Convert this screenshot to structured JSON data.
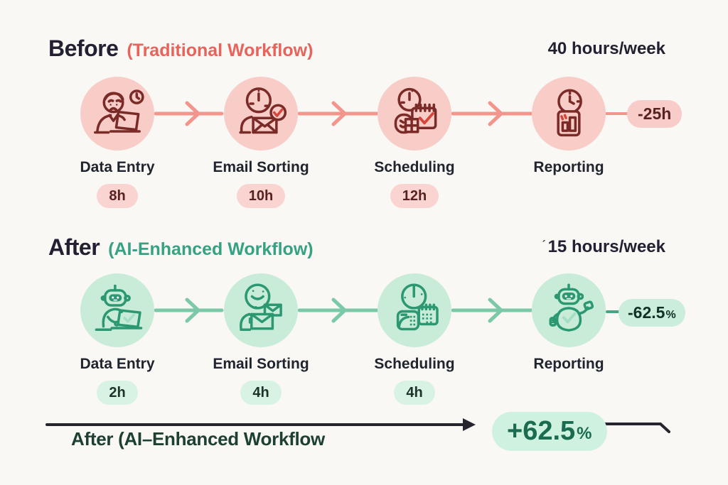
{
  "before": {
    "title": "Before",
    "subtitle": "(Traditional Workflow)",
    "total": "40 hours/week",
    "delta": "-25h",
    "steps": [
      {
        "label": "Data Entry",
        "hours": "8h",
        "icon": "stressed-worker-laptop-clock-icon"
      },
      {
        "label": "Email Sorting",
        "hours": "10h",
        "icon": "clock-envelope-check-icon"
      },
      {
        "label": "Scheduling",
        "hours": "12h",
        "icon": "clock-calendar-check-icon"
      },
      {
        "label": "Reporting",
        "hours": null,
        "icon": "clock-bar-chart-icon"
      }
    ]
  },
  "after": {
    "title": "After",
    "subtitle": "(AI-Enhanced Workflow)",
    "total_tick": "´",
    "total": "15 hours/week",
    "delta_value": "-62.5",
    "delta_unit": "%",
    "steps": [
      {
        "label": "Data Entry",
        "hours": "2h",
        "icon": "robot-laptop-check-icon"
      },
      {
        "label": "Email Sorting",
        "hours": "4h",
        "icon": "smiley-clock-envelopes-icon"
      },
      {
        "label": "Scheduling",
        "hours": "4h",
        "icon": "pie-clock-calendars-icon"
      },
      {
        "label": "Reporting",
        "hours": null,
        "icon": "robot-thumbs-up-check-icon"
      }
    ]
  },
  "footer": {
    "caption": "After (AI–Enhanced Workflow",
    "gain_value": "+62.5",
    "gain_unit": "%"
  },
  "colors": {
    "background": "#FAF8F4",
    "heading_dark": "#232032",
    "coral_text": "#E8635B",
    "coral_arrow": "#F2968D",
    "pink_circle": "#F8CCC7",
    "pink_pill": "#FAD4D0",
    "pill_text_maroon": "#572220",
    "icon_stroke_red": "#7B2B27",
    "icon_check_red": "#D5473D",
    "teal_text": "#36A183",
    "mint_circle": "#C8ECD8",
    "mint_arrow": "#7CC9A7",
    "mint_pill": "#D8F3E4",
    "delta_pill_mint": "#CBEEDC",
    "icon_stroke_green": "#2B9872",
    "icon_check_mint": "#A5DEC5",
    "dark_green_text": "#1D4033",
    "gain_green_text": "#1A6B4F",
    "gain_pill_bg": "#CFF2E0",
    "footer_black": "#26242E"
  }
}
